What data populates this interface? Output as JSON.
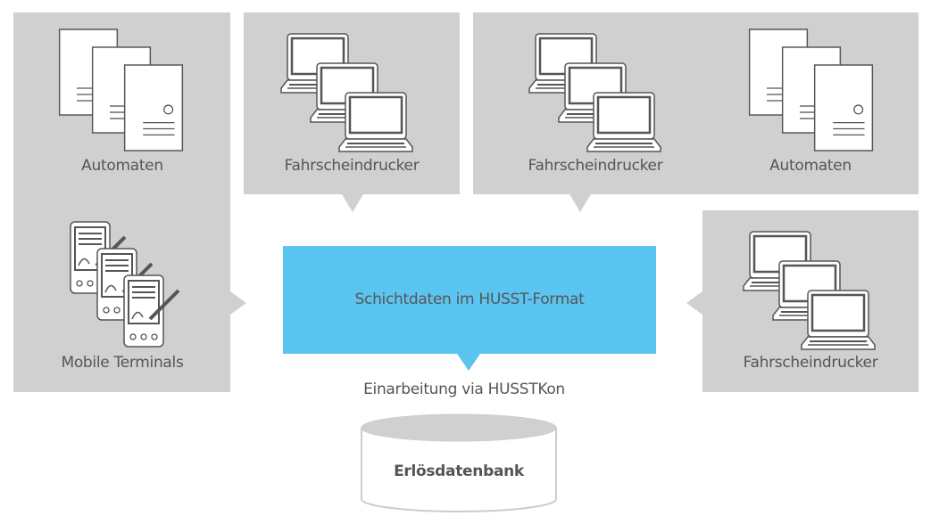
{
  "colors": {
    "box": "#d0d0d0",
    "accent": "#5bc5f2",
    "text": "#555555"
  },
  "sources": {
    "left_top_label": "Automaten",
    "left_bottom_label": "Mobile Terminals",
    "top_middle_label": "Fahrscheindrucker",
    "top_right_left_label": "Fahrscheindrucker",
    "top_right_right_label": "Automaten",
    "right_label": "Fahrscheindrucker"
  },
  "center": {
    "label": "Schichtdaten im HUSST-Format"
  },
  "process": {
    "label": "Einarbeitung via HUSSTKon"
  },
  "database": {
    "label": "Erlösdatenbank"
  }
}
